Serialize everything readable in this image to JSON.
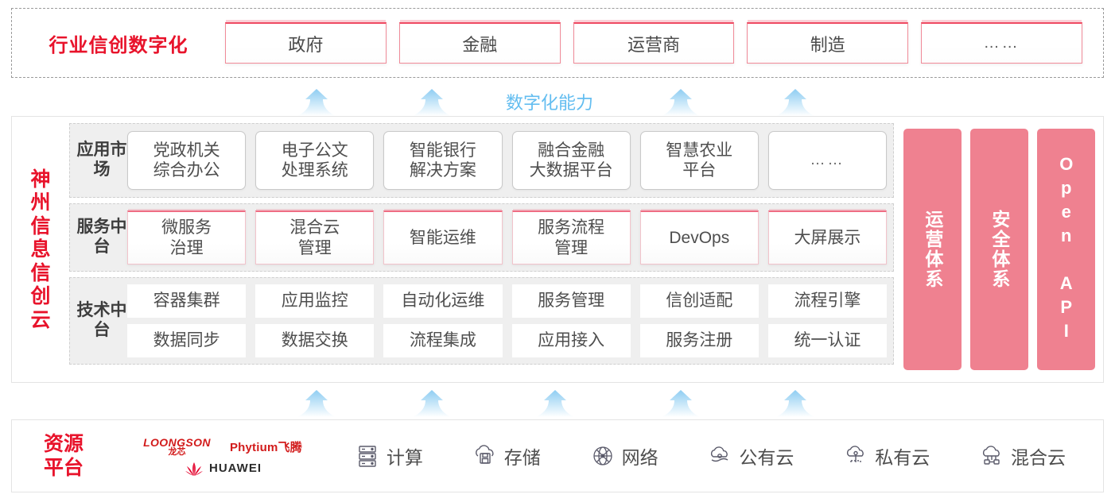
{
  "industry": {
    "title": "行业信创数字化",
    "cards": [
      {
        "label": "政府"
      },
      {
        "label": "金融"
      },
      {
        "label": "运营商"
      },
      {
        "label": "制造"
      },
      {
        "label": "……"
      }
    ]
  },
  "capability": {
    "label": "数字化能力",
    "color": "#63bdf0",
    "top_arrow_count": 4,
    "bottom_arrow_count": 5
  },
  "cloud": {
    "title": "神州信息信创云",
    "title_color": "#e8132b",
    "layers": [
      {
        "name": "app-market",
        "label": "应用市场",
        "rows": [
          [
            "党政机关\n综合办公",
            "电子公文\n处理系统",
            "智能银行\n解决方案",
            "融合金融\n大数据平台",
            "智慧农业\n平台",
            "……"
          ]
        ]
      },
      {
        "name": "service-platform",
        "label": "服务中台",
        "rows": [
          [
            "微服务\n治理",
            "混合云\n管理",
            "智能运维",
            "服务流程\n管理",
            "DevOps",
            "大屏展示"
          ]
        ]
      },
      {
        "name": "tech-platform",
        "label": "技术中台",
        "rows": [
          [
            "容器集群",
            "应用监控",
            "自动化运维",
            "服务管理",
            "信创适配",
            "流程引擎"
          ],
          [
            "数据同步",
            "数据交换",
            "流程集成",
            "应用接入",
            "服务注册",
            "统一认证"
          ]
        ]
      }
    ],
    "pillars": [
      {
        "label": "运营体系",
        "type": "cjk"
      },
      {
        "label": "安全体系",
        "type": "cjk"
      },
      {
        "label": "Open API",
        "type": "latin"
      }
    ],
    "pillar_color": "#ef8190"
  },
  "resource": {
    "title": "资源平台",
    "title_color": "#e8132b",
    "vendors": [
      {
        "name": "loongson",
        "en": "LOONGSON",
        "cn": "龙芯"
      },
      {
        "name": "phytium",
        "en": "Phytium飞腾"
      },
      {
        "name": "huawei",
        "en": "HUAWEI"
      }
    ],
    "items": [
      {
        "icon": "server-icon",
        "label": "计算"
      },
      {
        "icon": "cloud-storage-icon",
        "label": "存储"
      },
      {
        "icon": "network-icon",
        "label": "网络"
      },
      {
        "icon": "public-cloud-icon",
        "label": "公有云"
      },
      {
        "icon": "private-cloud-icon",
        "label": "私有云"
      },
      {
        "icon": "hybrid-cloud-icon",
        "label": "混合云"
      }
    ]
  }
}
